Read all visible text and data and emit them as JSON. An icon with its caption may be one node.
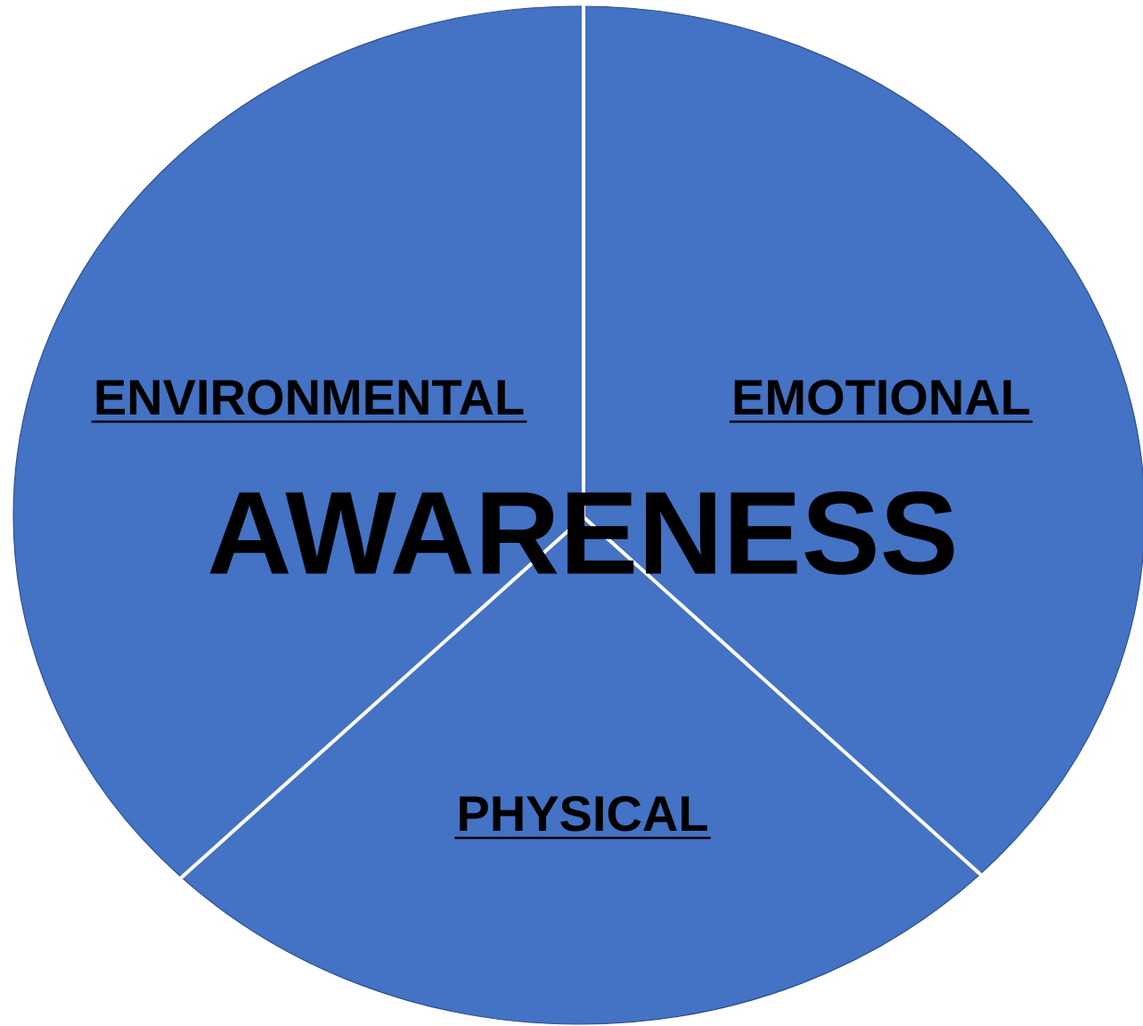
{
  "diagram": {
    "nodes": [
      {
        "text": [
          "AWARENESS"
        ]
      },
      {
        "text": [
          "ENVIRONMENTAL"
        ],
        "in": 0
      },
      {
        "text": [
          "EMOTIONAL"
        ],
        "in": 0
      },
      {
        "text": [
          "PHYSICAL"
        ],
        "in": 0
      }
    ]
  }
}
